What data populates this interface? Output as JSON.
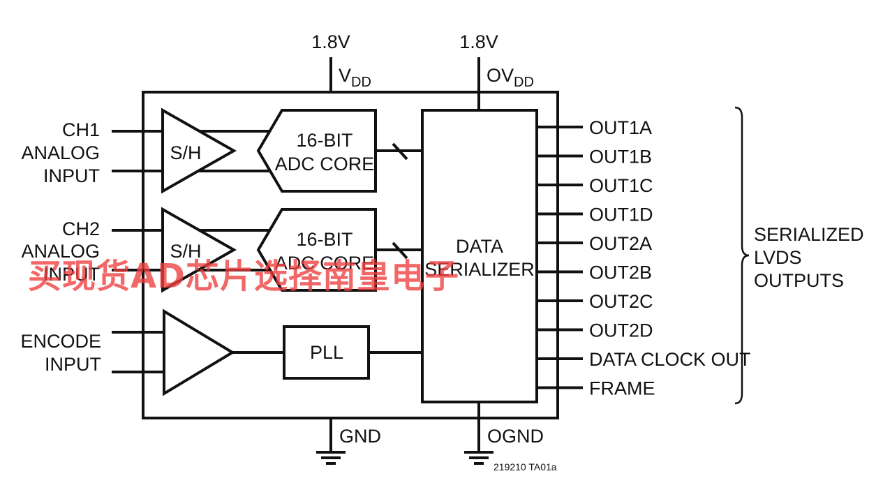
{
  "supply": {
    "vdd_voltage": "1.8V",
    "vdd_main": "V",
    "vdd_sub": "DD",
    "ovdd_voltage": "1.8V",
    "ovdd_main": "OV",
    "ovdd_sub": "DD"
  },
  "inputs": {
    "ch1": [
      "CH1",
      "ANALOG",
      "INPUT"
    ],
    "ch2": [
      "CH2",
      "ANALOG",
      "INPUT"
    ],
    "encode": [
      "ENCODE",
      "INPUT"
    ]
  },
  "blocks": {
    "sh1": "S/H",
    "sh2": "S/H",
    "adc1": [
      "16-BIT",
      "ADC CORE"
    ],
    "adc2": [
      "16-BIT",
      "ADC CORE"
    ],
    "pll": "PLL",
    "serializer": [
      "DATA",
      "SERIALIZER"
    ]
  },
  "outputs": [
    "OUT1A",
    "OUT1B",
    "OUT1C",
    "OUT1D",
    "OUT2A",
    "OUT2B",
    "OUT2C",
    "OUT2D",
    "DATA CLOCK OUT",
    "FRAME"
  ],
  "outputs_group": [
    "SERIALIZED",
    "LVDS",
    "OUTPUTS"
  ],
  "grounds": {
    "gnd": "GND",
    "ognd": "OGND"
  },
  "figure_code": "219210 TA01a",
  "watermark": "买现货AD芯片选择南皇电子",
  "colors": {
    "line": "#111111",
    "watermark": "#ee3c3c"
  }
}
